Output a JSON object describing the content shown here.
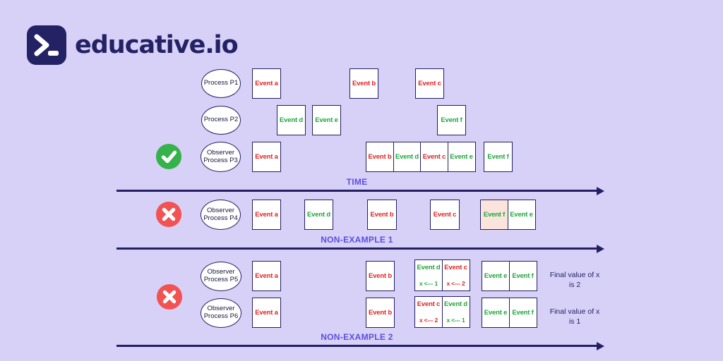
{
  "logo": {
    "text": "educative.io",
    "icon": "terminal-prompt-icon"
  },
  "palette": {
    "background": "#d7d0f7",
    "navy": "#221f63",
    "event_red": "#e02222",
    "event_green": "#1fa53c",
    "axis_purple": "#5a4fe0",
    "badge_green": "#35b34a",
    "badge_red": "#f25252",
    "highlight_pink": "#fae4dc",
    "box_background": "#ffffff"
  },
  "axes": [
    {
      "label": "TIME"
    },
    {
      "label": "NON-EXAMPLE 1"
    },
    {
      "label": "NON-EXAMPLE 2"
    }
  ],
  "rows": {
    "p1": {
      "process": "Process P1",
      "events": [
        {
          "label": "Event a",
          "color": "red"
        },
        {
          "label": "Event b",
          "color": "red"
        },
        {
          "label": "Event c",
          "color": "red"
        }
      ]
    },
    "p2": {
      "process": "Process P2",
      "events": [
        {
          "label": "Event d",
          "color": "green"
        },
        {
          "label": "Event e",
          "color": "green"
        },
        {
          "label": "Event f",
          "color": "green"
        }
      ]
    },
    "p3": {
      "verdict": "correct",
      "verdict_icon": "check-icon",
      "process_line1": "Observer",
      "process_line2": "Process P3",
      "events": [
        {
          "label": "Event a",
          "color": "red"
        },
        {
          "label": "Event b",
          "color": "red"
        },
        {
          "label": "Event d",
          "color": "green"
        },
        {
          "label": "Event c",
          "color": "red"
        },
        {
          "label": "Event e",
          "color": "green"
        },
        {
          "label": "Event f",
          "color": "green"
        }
      ]
    },
    "p4": {
      "verdict": "incorrect",
      "verdict_icon": "cross-icon",
      "process_line1": "Observer",
      "process_line2": "Process P4",
      "events": [
        {
          "label": "Event a",
          "color": "red"
        },
        {
          "label": "Event d",
          "color": "green"
        },
        {
          "label": "Event b",
          "color": "red"
        },
        {
          "label": "Event c",
          "color": "red"
        },
        {
          "label": "Event f",
          "color": "green",
          "highlighted": true
        },
        {
          "label": "Event e",
          "color": "green"
        }
      ]
    },
    "p5": {
      "verdict": "incorrect",
      "verdict_icon": "cross-icon",
      "process_line1": "Observer",
      "process_line2": "Process P5",
      "events": [
        {
          "label": "Event a",
          "color": "red"
        },
        {
          "label": "Event b",
          "color": "red"
        },
        {
          "label": "Event d",
          "color": "green",
          "assignment": "x <--- 1"
        },
        {
          "label": "Event c",
          "color": "red",
          "assignment": "x <--- 2"
        },
        {
          "label": "Event e",
          "color": "green"
        },
        {
          "label": "Event f",
          "color": "green"
        }
      ],
      "final": {
        "line1": "Final value of x",
        "line2": "is 2"
      }
    },
    "p6": {
      "verdict": "incorrect",
      "verdict_icon": "cross-icon",
      "process_line1": "Observer",
      "process_line2": "Process P6",
      "events": [
        {
          "label": "Event a",
          "color": "red"
        },
        {
          "label": "Event b",
          "color": "red"
        },
        {
          "label": "Event c",
          "color": "red",
          "assignment": "x <--- 2"
        },
        {
          "label": "Event d",
          "color": "green",
          "assignment": "x <--- 1"
        },
        {
          "label": "Event e",
          "color": "green"
        },
        {
          "label": "Event f",
          "color": "green"
        }
      ],
      "final": {
        "line1": "Final value of x",
        "line2": "is 1"
      }
    }
  }
}
